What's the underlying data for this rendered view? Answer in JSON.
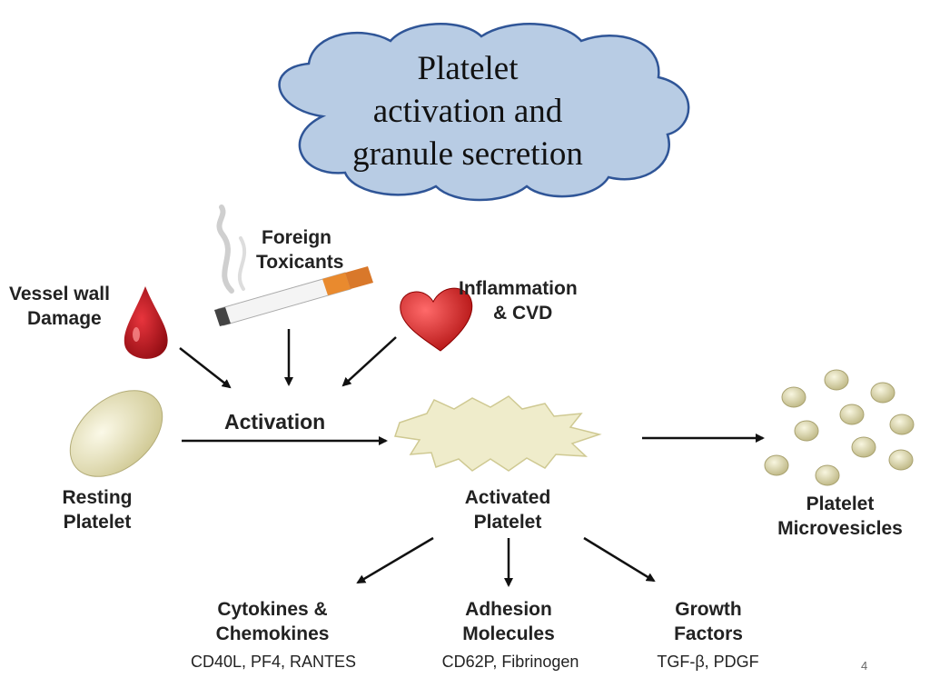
{
  "cloud": {
    "lines": [
      "Platelet",
      "activation and",
      "granule secretion"
    ]
  },
  "triggers": {
    "vessel": {
      "line1": "Vessel wall",
      "line2": "Damage"
    },
    "toxicants": {
      "line1": "Foreign",
      "line2": "Toxicants"
    },
    "inflammation": {
      "line1": "Inflammation",
      "line2": "& CVD"
    }
  },
  "activation_label": "Activation",
  "resting": {
    "line1": "Resting",
    "line2": "Platelet"
  },
  "activated": {
    "line1": "Activated",
    "line2": "Platelet"
  },
  "microvesicles": {
    "line1": "Platelet",
    "line2": "Microvesicles"
  },
  "outputs": [
    {
      "line1": "Cytokines &",
      "line2": "Chemokines",
      "examples": "CD40L, PF4, RANTES"
    },
    {
      "line1": "Adhesion",
      "line2": "Molecules",
      "examples": "CD62P, Fibrinogen"
    },
    {
      "line1": "Growth",
      "line2": "Factors",
      "examples": "TGF-β, PDGF"
    }
  ],
  "page_number": "4",
  "colors": {
    "cloud_fill": "#b8cce4",
    "cloud_stroke": "#2f5597",
    "blood": "#c0141c",
    "heart": "#d42020",
    "platelet_fill": "#e9e4b8",
    "arrow": "#111111"
  }
}
